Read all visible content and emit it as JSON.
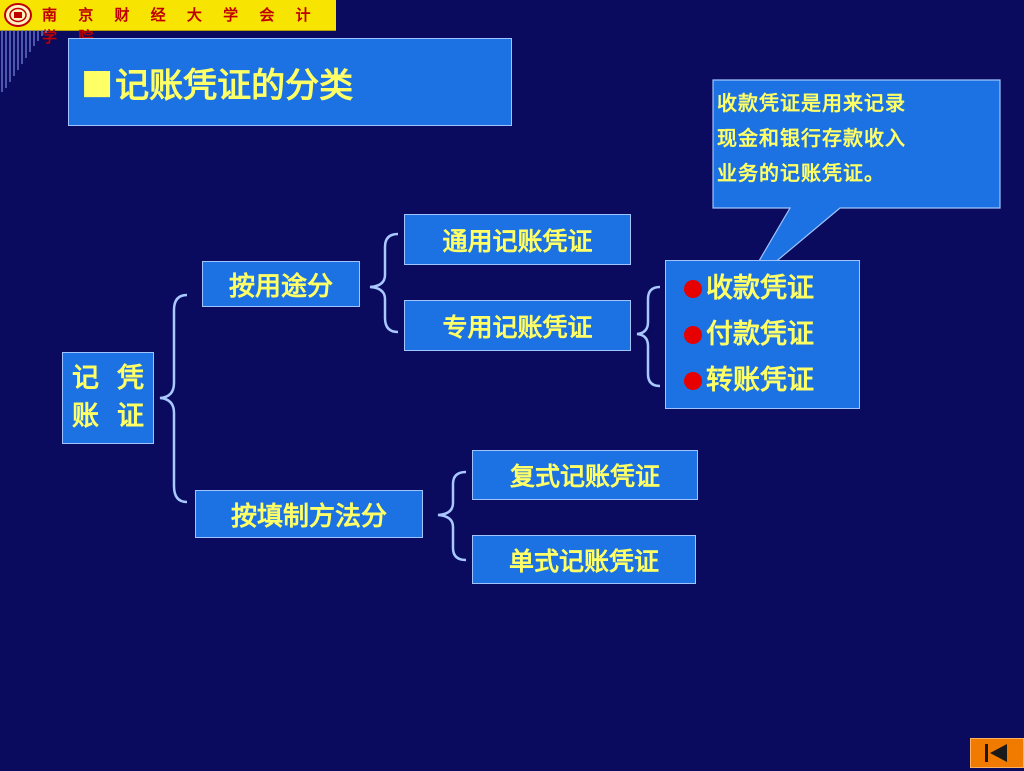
{
  "header": {
    "institution": "南 京 财 经 大 学 会 计 学 院"
  },
  "slide": {
    "title_marker": "■",
    "title": "记账凭证的分类"
  },
  "diagram": {
    "root": "记账凭证",
    "root_lines": [
      "记账",
      "凭证"
    ],
    "branches": [
      {
        "label": "按用途分",
        "children": [
          {
            "label": "通用记账凭证"
          },
          {
            "label": "专用记账凭证",
            "children": [
              "收款凭证",
              "付款凭证",
              "转账凭证"
            ]
          }
        ]
      },
      {
        "label": "按填制方法分",
        "children": [
          {
            "label": "复式记账凭证"
          },
          {
            "label": "单式记账凭证"
          }
        ]
      }
    ],
    "bullet_color": "#e60000"
  },
  "callout": {
    "text": "收款凭证是用来记录\n现金和银行存款收入\n业务的记账凭证。"
  },
  "nav": {
    "icon": "first-slide-icon"
  },
  "colors": {
    "background": "#0a0a5e",
    "box_fill": "#1c72e3",
    "text": "#ffff66",
    "header_bar": "#f7e400",
    "header_text": "#c00000",
    "nav_button": "#f07b00"
  }
}
